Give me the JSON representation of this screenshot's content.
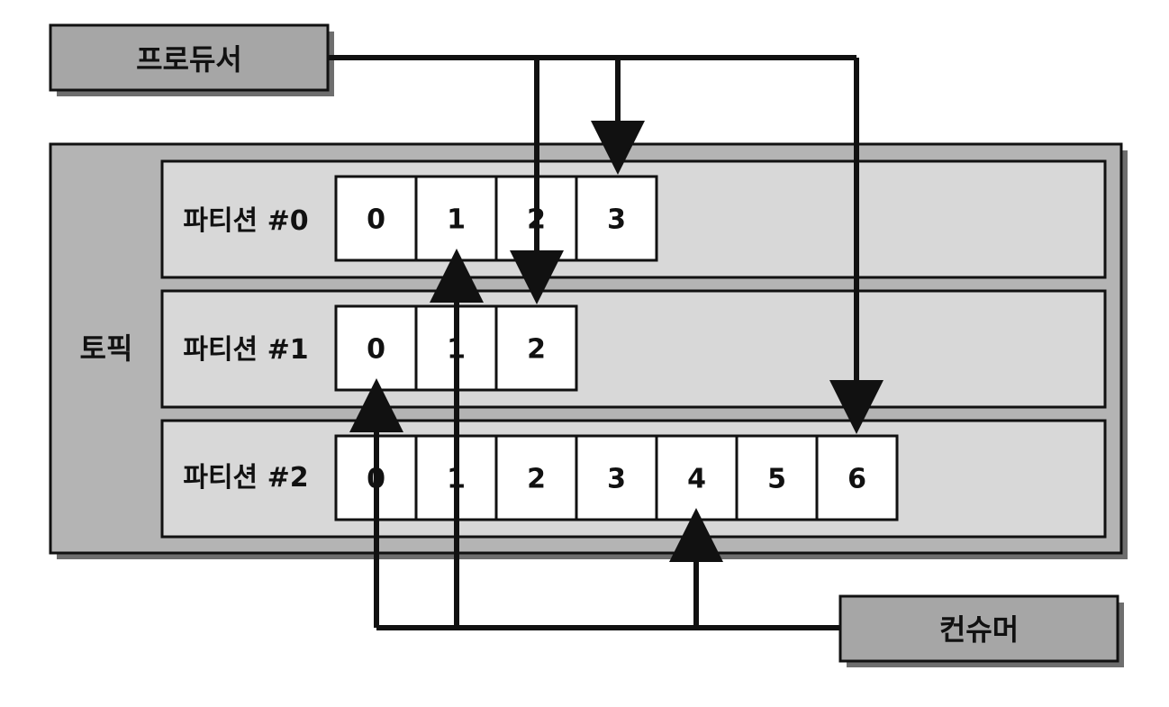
{
  "producer": {
    "label": "프로듀서"
  },
  "consumer": {
    "label": "컨슈머"
  },
  "topic": {
    "label": "토픽",
    "partitions": [
      {
        "label": "파티션 #0",
        "offsets": [
          "0",
          "1",
          "2",
          "3"
        ]
      },
      {
        "label": "파티션 #1",
        "offsets": [
          "0",
          "1",
          "2"
        ]
      },
      {
        "label": "파티션 #2",
        "offsets": [
          "0",
          "1",
          "2",
          "3",
          "4",
          "5",
          "6"
        ]
      }
    ]
  },
  "colors": {
    "topic_fill": "#b4b4b4",
    "partition_fill": "#d8d8d8",
    "box_fill": "#a6a6a6",
    "cell_fill": "#ffffff",
    "line": "#111111",
    "shadow": "#6e6e6e"
  }
}
